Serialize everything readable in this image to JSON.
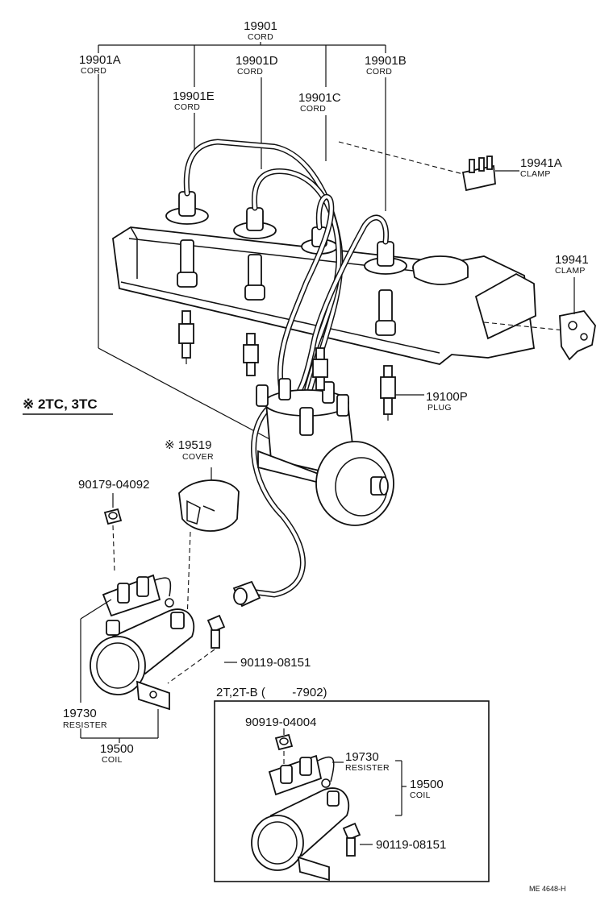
{
  "labels": {
    "cord_main": {
      "number": "19901",
      "name": "CORD"
    },
    "cord_a": {
      "number": "19901A",
      "name": "CORD"
    },
    "cord_d": {
      "number": "19901D",
      "name": "CORD"
    },
    "cord_b": {
      "number": "19901B",
      "name": "CORD"
    },
    "cord_e": {
      "number": "19901E",
      "name": "CORD"
    },
    "cord_c": {
      "number": "19901C",
      "name": "CORD"
    },
    "clamp_a": {
      "number": "19941A",
      "name": "CLAMP"
    },
    "clamp": {
      "number": "19941",
      "name": "CLAMP"
    },
    "plug": {
      "number": "19100P",
      "name": "PLUG"
    },
    "cover": {
      "number": "※ 19519",
      "name": "COVER"
    },
    "nut": {
      "number": "90179-04092"
    },
    "bolt": {
      "number": "90119-08151"
    },
    "resister": {
      "number": "19730",
      "name": "RESISTER"
    },
    "coil": {
      "number": "19500",
      "name": "COIL"
    },
    "inset_nut": {
      "number": "90919-04004"
    },
    "inset_resister": {
      "number": "19730",
      "name": "RESISTER"
    },
    "inset_coil": {
      "number": "19500",
      "name": "COIL"
    },
    "inset_bolt": {
      "number": "90119-08151"
    }
  },
  "section_note": "※ 2TC, 3TC",
  "inset_title": "2T,2T-B (        -7902)",
  "footer_code": "ME 4648-H"
}
